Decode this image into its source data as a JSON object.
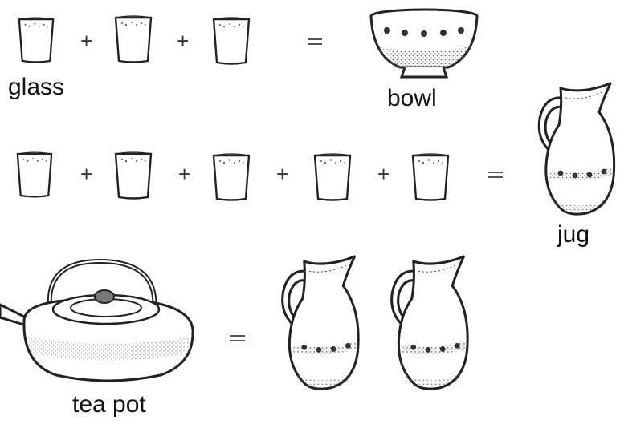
{
  "labels": {
    "glass": "glass",
    "bowl": "bowl",
    "jug": "jug",
    "teapot": "tea pot"
  },
  "operators": {
    "plus": "+"
  },
  "rows": [
    {
      "lhs": "glass",
      "lhs_count": 3,
      "rhs": "bowl",
      "rhs_count": 1
    },
    {
      "lhs": "glass",
      "lhs_count": 5,
      "rhs": "jug",
      "rhs_count": 1
    },
    {
      "lhs": "tea pot",
      "lhs_count": 1,
      "rhs": "jug",
      "rhs_count": 2
    }
  ],
  "colors": {
    "line": "#222222",
    "dot": "#333333",
    "shade": "#9a9a9a"
  }
}
